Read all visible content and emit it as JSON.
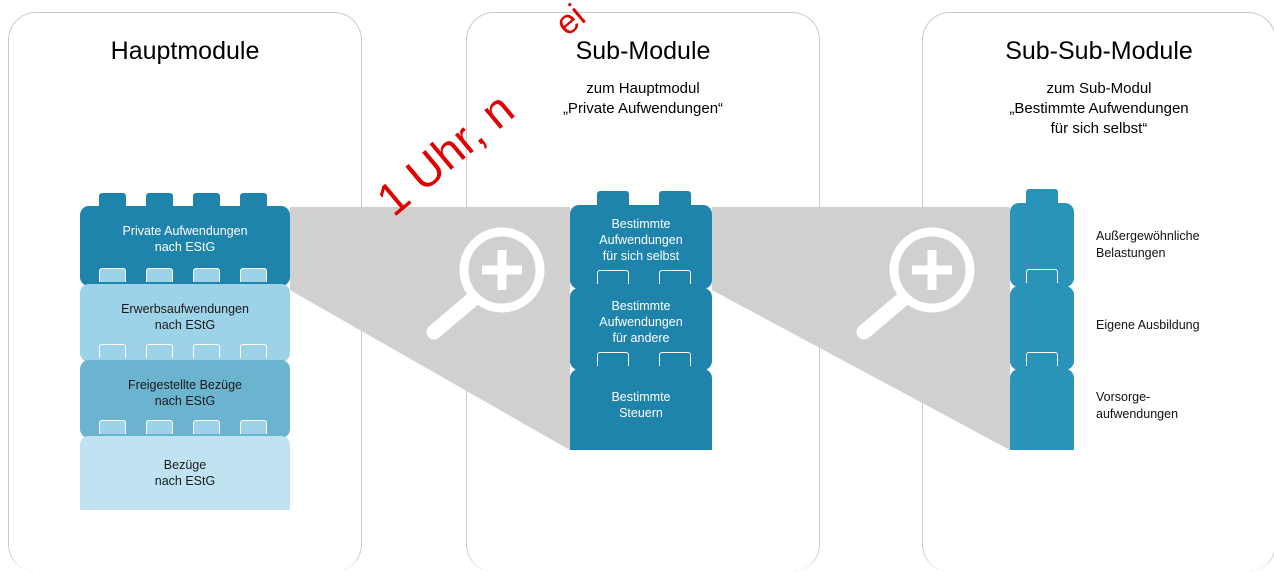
{
  "panels": {
    "main": {
      "title": "Hauptmodule"
    },
    "sub": {
      "title": "Sub-Module",
      "subtitle": "zum Hauptmodul\n„Private Aufwendungen“"
    },
    "subsub": {
      "title": "Sub-Sub-Module",
      "subtitle": "zum Sub-Modul\n„Bestimmte Aufwendungen\nfür sich selbst“"
    }
  },
  "main_blocks": [
    {
      "label": "Private Aufwendungen\nnach EStG"
    },
    {
      "label": "Erwerbsaufwendungen\nnach EStG"
    },
    {
      "label": "Freigestellte Bezüge\nnach EStG"
    },
    {
      "label": "Bezüge\nnach EStG"
    }
  ],
  "sub_blocks": [
    {
      "label": "Bestimmte\nAufwendungen\nfür sich selbst"
    },
    {
      "label": "Bestimmte\nAufwendungen\nfür andere"
    },
    {
      "label": "Bestimmte\nSteuern"
    }
  ],
  "subsub_labels": [
    {
      "label": "Außergewöhnliche\nBelastungen"
    },
    {
      "label": "Eigene Ausbildung"
    },
    {
      "label": "Vorsorge-\naufwendungen"
    }
  ],
  "zoom_icons": [
    "zoom-in-icon",
    "zoom-in-icon"
  ],
  "watermark": {
    "text": "1 Uhr, n",
    "text2": "ei"
  },
  "colors": {
    "dark": "#1e84ab",
    "light": "#9dd3e8",
    "mid": "#6bb4d0",
    "pale": "#bfe3f1",
    "zoom": "#d0d0d0"
  }
}
